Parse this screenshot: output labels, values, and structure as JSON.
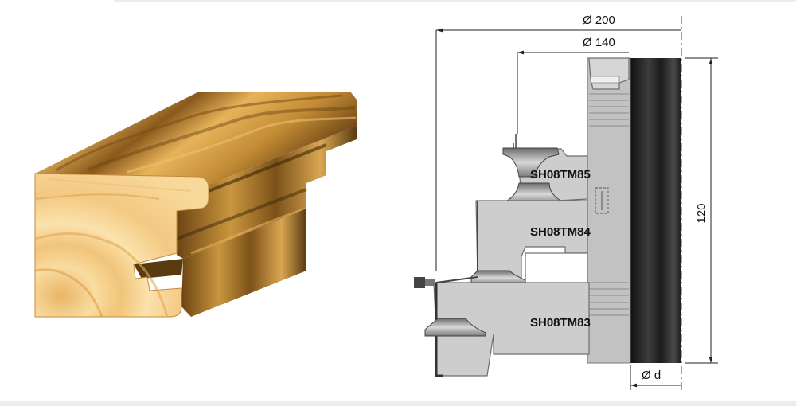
{
  "dimensions": {
    "outer_diameter": "Ø 200",
    "inner_diameter": "Ø 140",
    "height": "120",
    "bore": "Ø d"
  },
  "cutters": [
    {
      "code": "SH08TM85"
    },
    {
      "code": "SH08TM84"
    },
    {
      "code": "SH08TM83"
    }
  ],
  "colors": {
    "wood_light": "#f6cf8a",
    "wood_mid": "#e2a84f",
    "wood_dark": "#5a3d12",
    "cutter_gray": "#c9c9c9",
    "spindle_dark": "#2a2a2a"
  }
}
